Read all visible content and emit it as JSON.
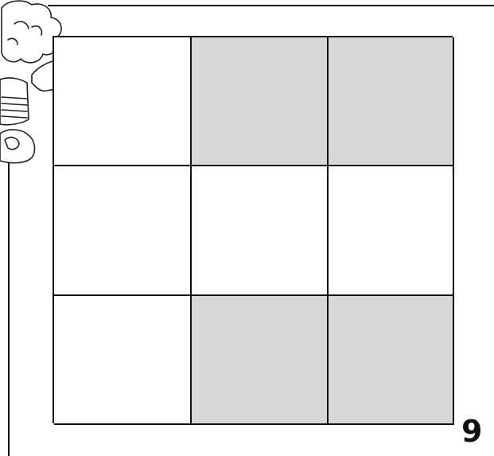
{
  "page": {
    "number": "9"
  },
  "grid": {
    "rows": 3,
    "columns": 3,
    "cells": [
      {
        "row": 1,
        "col": 1,
        "shaded": false
      },
      {
        "row": 1,
        "col": 2,
        "shaded": true
      },
      {
        "row": 1,
        "col": 3,
        "shaded": true
      },
      {
        "row": 2,
        "col": 1,
        "shaded": false
      },
      {
        "row": 2,
        "col": 2,
        "shaded": false
      },
      {
        "row": 2,
        "col": 3,
        "shaded": false
      },
      {
        "row": 3,
        "col": 1,
        "shaded": false
      },
      {
        "row": 3,
        "col": 2,
        "shaded": true
      },
      {
        "row": 3,
        "col": 3,
        "shaded": true
      }
    ],
    "shade_color": "#d8d8d8",
    "line_color": "#111111"
  },
  "decoration": {
    "icon": "cartoon-mascot-thumbs-up-icon"
  }
}
